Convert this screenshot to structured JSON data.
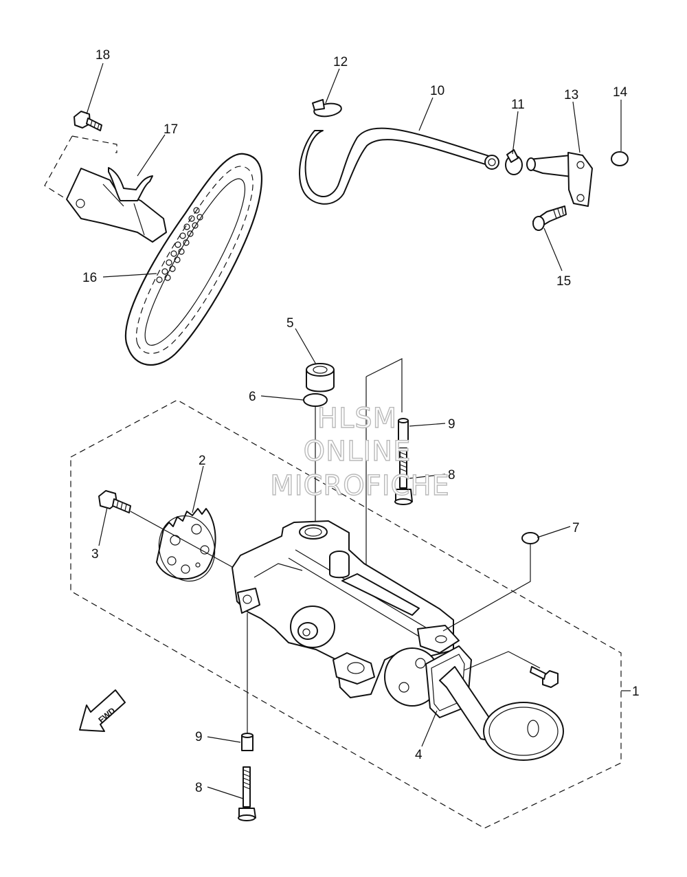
{
  "callouts": [
    {
      "id": "1",
      "label": "1"
    },
    {
      "id": "2",
      "label": "2"
    },
    {
      "id": "3",
      "label": "3"
    },
    {
      "id": "4",
      "label": "4"
    },
    {
      "id": "5",
      "label": "5"
    },
    {
      "id": "6",
      "label": "6"
    },
    {
      "id": "7",
      "label": "7"
    },
    {
      "id": "8a",
      "label": "8"
    },
    {
      "id": "8b",
      "label": "8"
    },
    {
      "id": "9a",
      "label": "9"
    },
    {
      "id": "9b",
      "label": "9"
    },
    {
      "id": "10",
      "label": "10"
    },
    {
      "id": "11",
      "label": "11"
    },
    {
      "id": "12",
      "label": "12"
    },
    {
      "id": "13",
      "label": "13"
    },
    {
      "id": "14",
      "label": "14"
    },
    {
      "id": "15",
      "label": "15"
    },
    {
      "id": "16",
      "label": "16"
    },
    {
      "id": "17",
      "label": "17"
    },
    {
      "id": "18",
      "label": "18"
    }
  ],
  "watermark": {
    "line1": "HLSM",
    "line2": "ONLINE",
    "line3": "MICROFICHE"
  },
  "fwd_arrow": {
    "label": "FWD"
  },
  "colors": {
    "ink": "#111111",
    "watermark": "#b9b9b9",
    "background": "#ffffff"
  }
}
